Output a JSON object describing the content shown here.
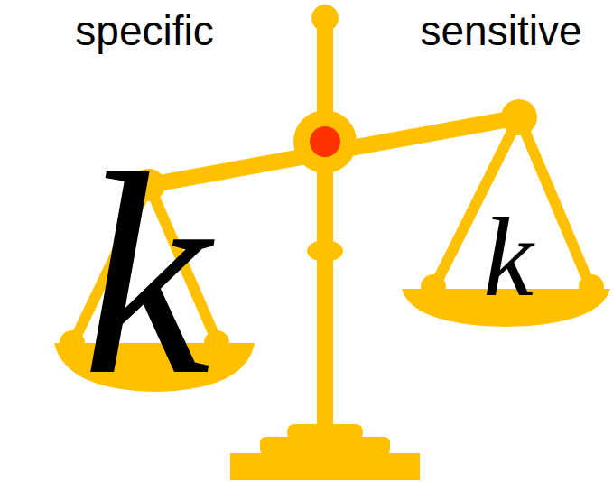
{
  "diagram": {
    "labels": [
      "specific",
      "sensitive",
      "k",
      "k"
    ]
  }
}
